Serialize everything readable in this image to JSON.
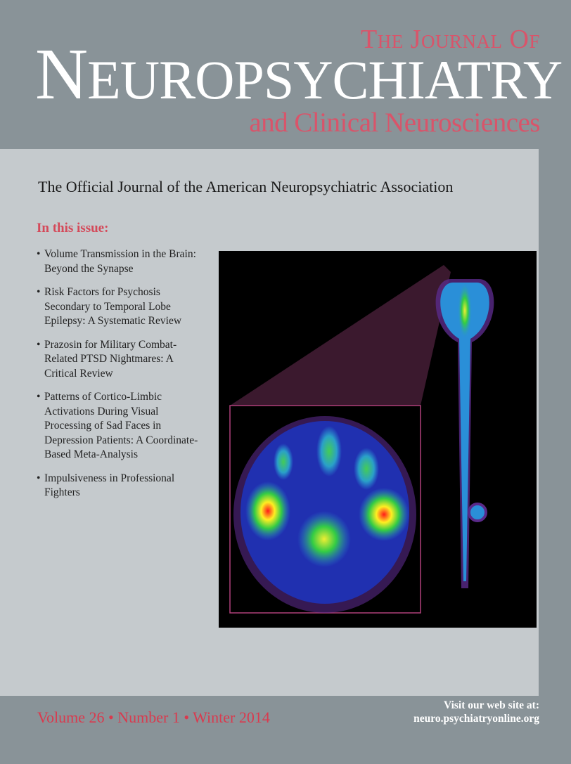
{
  "masthead": {
    "prefix": "The Journal Of",
    "title_initial": "N",
    "title_rest": "EUROPSYCHIATRY",
    "subtitle": "and Clinical Neurosciences"
  },
  "tagline": "The Official Journal of the American Neuropsychiatric Association",
  "in_this_issue": {
    "heading": "In this issue:",
    "bullet": "•",
    "articles": [
      "Volume Transmission in the Brain: Beyond the Synapse",
      "Risk Factors for Psychosis Secondary to Temporal Lobe Epilepsy: A Systematic Review",
      "Prazosin for Military Combat-Related PTSD Nightmares: A Critical Review",
      "Patterns of Cortico-Limbic Activations During Visual Processing of Sad Faces in Depression Patients: A Coordinate-Based Meta-Analysis",
      "Impulsiveness in Professional Fighters"
    ]
  },
  "footer": {
    "issue_info": "Volume 26 • Number 1 • Winter 2014",
    "web_label": "Visit our web site at:",
    "web_url": "neuro.psychiatryonline.org"
  },
  "colors": {
    "accent": "#d9546a",
    "background": "#899398",
    "panel": "#c5cacd"
  }
}
